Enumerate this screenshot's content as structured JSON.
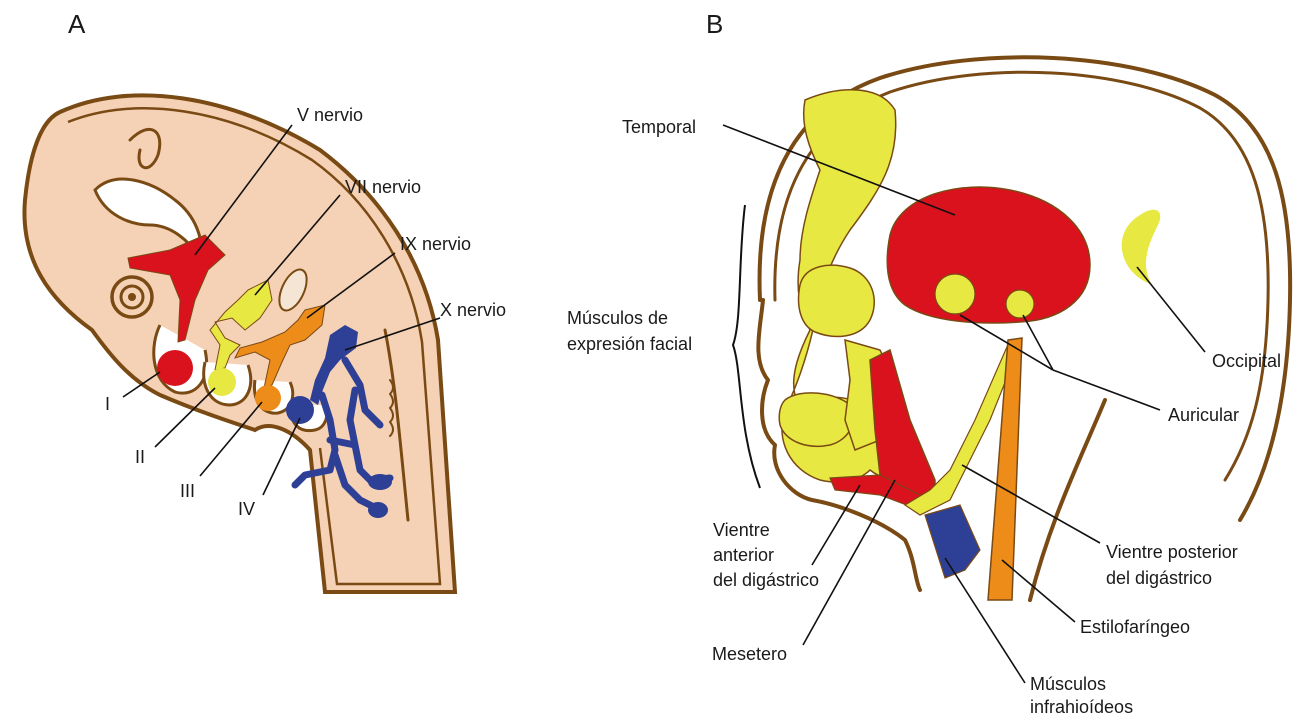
{
  "panels": {
    "a": {
      "letter": "A",
      "nerves": [
        "V nervio",
        "VII nervio",
        "IX nervio",
        "X nervio"
      ],
      "arches": [
        "I",
        "II",
        "III",
        "IV"
      ]
    },
    "b": {
      "letter": "B",
      "temporal": "Temporal",
      "facial": [
        "Músculos de",
        "expresión facial"
      ],
      "occipital": "Occipital",
      "auricular": "Auricular",
      "post_digastric": [
        "Vientre posterior",
        "del digástrico"
      ],
      "ant_digastric": [
        "Vientre",
        "anterior",
        "del digástrico"
      ],
      "estilofaringeo": "Estilofaríngeo",
      "mesetero": "Mesetero",
      "infrahioideos": [
        "Músculos",
        "infrahioídeos"
      ]
    }
  },
  "colors": {
    "skin": "#f5d2b5",
    "outline": "#7a4a14",
    "red": "#d9121e",
    "yellow": "#e8e842",
    "orange": "#ee8c1a",
    "blue": "#2e3f96"
  }
}
